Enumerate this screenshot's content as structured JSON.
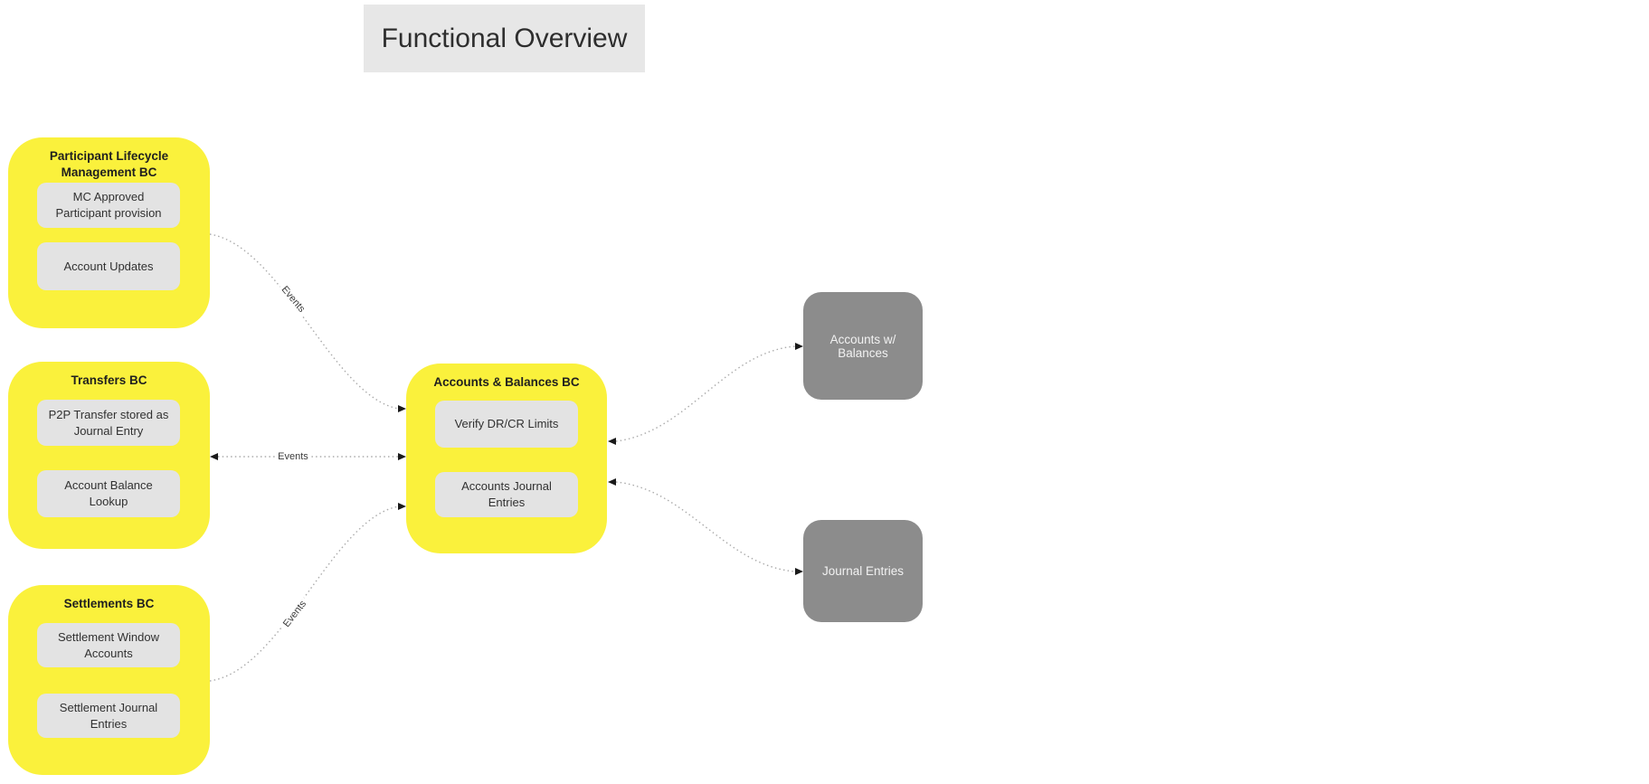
{
  "diagram": {
    "title": "Functional Overview",
    "groups": [
      {
        "id": "participant-lifecycle-management-bc",
        "title": "Participant Lifecycle Management BC",
        "items": [
          "MC Approved Participant provision",
          "Account Updates"
        ]
      },
      {
        "id": "transfers-bc",
        "title": "Transfers BC",
        "items": [
          "P2P Transfer stored as Journal Entry",
          "Account Balance Lookup"
        ]
      },
      {
        "id": "settlements-bc",
        "title": "Settlements BC",
        "items": [
          "Settlement Window Accounts",
          "Settlement Journal Entries"
        ]
      },
      {
        "id": "accounts-balances-bc",
        "title": "Accounts & Balances BC",
        "items": [
          "Verify DR/CR Limits",
          "Accounts Journal Entries"
        ]
      }
    ],
    "stores": [
      {
        "id": "accounts-w-balances",
        "label": "Accounts w/ Balances"
      },
      {
        "id": "journal-entries",
        "label": "Journal Entries"
      }
    ],
    "edges": [
      {
        "id": "plm-to-accounts",
        "label": "Events"
      },
      {
        "id": "transfers-accounts",
        "label": "Events"
      },
      {
        "id": "settlements-to-accounts",
        "label": "Events"
      }
    ],
    "colors": {
      "group_fill": "#faf13c",
      "node_fill": "#e3e3e3",
      "store_fill": "#8c8c8c",
      "title_fill": "#e7e7e7",
      "connector": "#ababab",
      "arrowhead": "#1a1a1a"
    }
  }
}
